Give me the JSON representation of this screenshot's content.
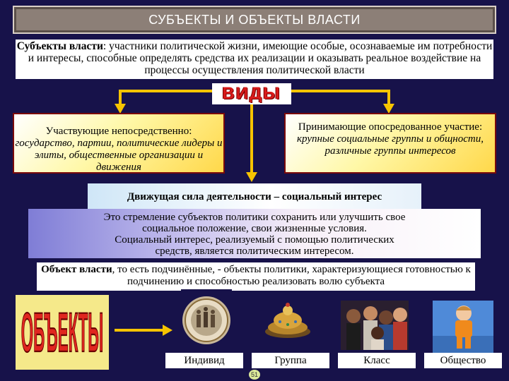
{
  "title": "СУБЪЕКТЫ И ОБЪЕКТЫ ВЛАСТИ",
  "intro": {
    "term": "Субъекты власти",
    "text": ": участники политической жизни, имеющие особые, осознаваемые им потребности и интересы, способные определять средства их реализации и оказывать реальное воздействие на процессы осуществления политической власти"
  },
  "vidy_label": "ВИДЫ",
  "left_box": {
    "heading": "Участвующие непосредственно:",
    "items": "государство, партии, политические лидеры и элиты, общественные организации и движения"
  },
  "right_box": {
    "heading": "Принимающие опосредованное участие:",
    "items": "крупные социальные группы и общности, различные группы интересов"
  },
  "driving_force": "Движущая сила деятельности – социальный интерес",
  "interest_description": {
    "line1": "Это стремление субъектов политики сохранить или улучшить свое",
    "line2": "социальное положение, свои жизненные условия.",
    "line3": "Социальный интерес, реализуемый с помощью политических",
    "line4": "средств, является политическим интересом."
  },
  "object_of_power": {
    "term": "Объект власти",
    "text": ", то есть подчинённые, - объекты политики, характеризующиеся готовностью к подчинению и способностью реализовать волю субъекта"
  },
  "objects_label": "ОБЪЕКТЫ",
  "captions": {
    "individual": "Индивид",
    "group": "Группа",
    "class": "Класс",
    "society": "Общество"
  },
  "page_number": "51",
  "colors": {
    "background": "#17124a",
    "accent_yellow": "#f7c400",
    "vidy_red": "#d81b1b",
    "objects_red": "#e0261f"
  }
}
